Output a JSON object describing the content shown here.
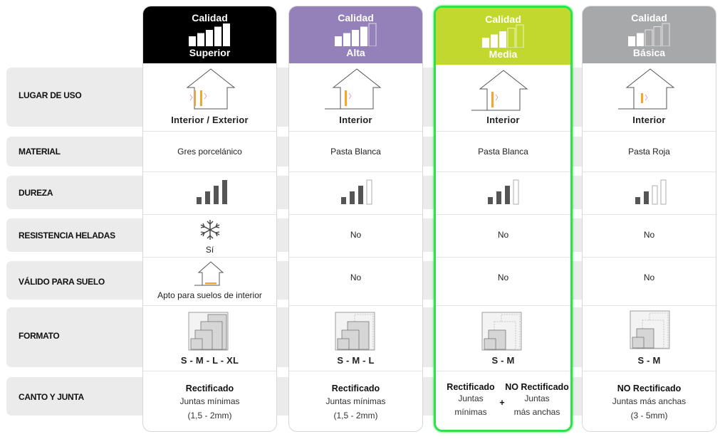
{
  "rows": [
    {
      "label": "LUGAR DE USO"
    },
    {
      "label": "MATERIAL"
    },
    {
      "label": "DUREZA"
    },
    {
      "label": "RESISTENCIA HELADAS"
    },
    {
      "label": "VÁLIDO PARA SUELO"
    },
    {
      "label": "FORMATO"
    },
    {
      "label": "CANTO Y JUNTA"
    }
  ],
  "columns": [
    {
      "header_top": "Calidad",
      "header_bottom": "Superior",
      "color": "#000000",
      "quality_level": 5,
      "highlighted": false,
      "uso": "Interior / Exterior",
      "material": "Gres porcelánico",
      "dureza_level": 4,
      "heladas": "Sí",
      "suelo": "Apto para suelos de interior",
      "formato": "S - M - L - XL",
      "canto_title": "Rectificado",
      "canto_line1": "Juntas mínimas",
      "canto_line2": "(1,5 - 2mm)"
    },
    {
      "header_top": "Calidad",
      "header_bottom": "Alta",
      "color": "#9581b9",
      "quality_level": 4,
      "highlighted": false,
      "uso": "Interior",
      "material": "Pasta Blanca",
      "dureza_level": 3,
      "heladas": "No",
      "suelo": "No",
      "formato": "S - M - L",
      "canto_title": "Rectificado",
      "canto_line1": "Juntas mínimas",
      "canto_line2": "(1,5 - 2mm)"
    },
    {
      "header_top": "Calidad",
      "header_bottom": "Media",
      "color": "#c3d82f",
      "quality_level": 3,
      "highlighted": true,
      "uso": "Interior",
      "material": "Pasta Blanca",
      "dureza_level": 3,
      "heladas": "No",
      "suelo": "No",
      "formato": "S - M",
      "canto_a_title": "Rectificado",
      "canto_a_line1": "Juntas",
      "canto_a_line2": "mínimas",
      "canto_plus": "+",
      "canto_b_title": "NO Rectificado",
      "canto_b_line1": "Juntas",
      "canto_b_line2": "más anchas"
    },
    {
      "header_top": "Calidad",
      "header_bottom": "Básica",
      "color": "#a7a8aa",
      "quality_level": 2,
      "highlighted": false,
      "uso": "Interior",
      "material": "Pasta Roja",
      "dureza_level": 2,
      "heladas": "No",
      "suelo": "No",
      "formato": "S - M",
      "canto_title": "NO Rectificado",
      "canto_line1": "Juntas más anchas",
      "canto_line2": "(3 - 5mm)"
    }
  ],
  "colors": {
    "accent_orange": "#f2a72a",
    "highlight_green": "#2fe24c",
    "row_bg": "#ebebeb"
  },
  "icons": [
    "quality-bars-icon",
    "house-icon",
    "hardness-bars-icon",
    "snowflake-icon",
    "floor-house-icon",
    "format-squares-icon"
  ]
}
